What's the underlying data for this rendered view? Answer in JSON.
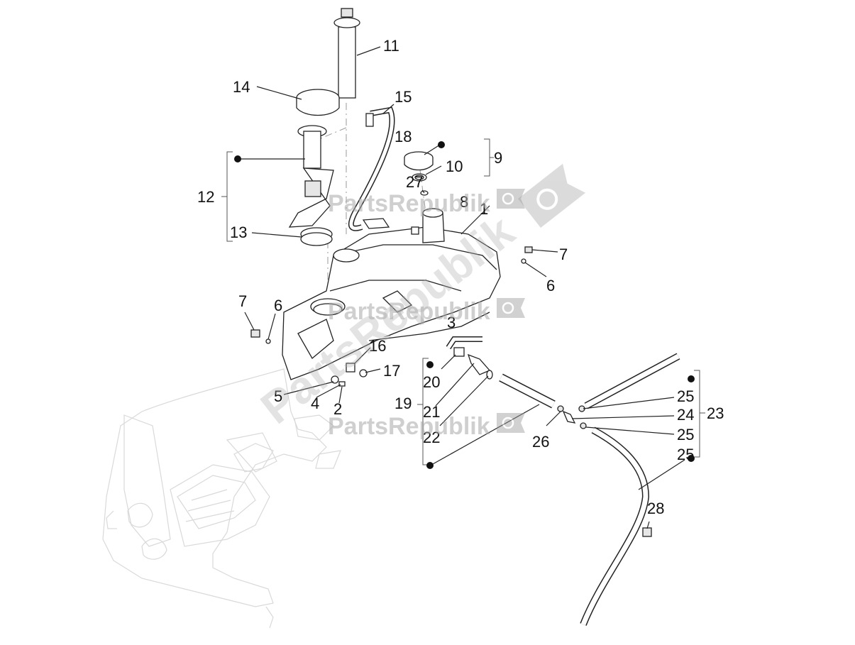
{
  "diagram": {
    "callouts": [
      {
        "id": "c11",
        "label": "11"
      },
      {
        "id": "c14",
        "label": "14"
      },
      {
        "id": "c15",
        "label": "15"
      },
      {
        "id": "c18",
        "label": "18"
      },
      {
        "id": "c12",
        "label": "12"
      },
      {
        "id": "c13",
        "label": "13"
      },
      {
        "id": "c9",
        "label": "9"
      },
      {
        "id": "c10",
        "label": "10"
      },
      {
        "id": "c27",
        "label": "27"
      },
      {
        "id": "c8",
        "label": "8"
      },
      {
        "id": "c1",
        "label": "1"
      },
      {
        "id": "c7a",
        "label": "7"
      },
      {
        "id": "c6a",
        "label": "6"
      },
      {
        "id": "c7b",
        "label": "7"
      },
      {
        "id": "c6b",
        "label": "6"
      },
      {
        "id": "c3",
        "label": "3"
      },
      {
        "id": "c16",
        "label": "16"
      },
      {
        "id": "c17",
        "label": "17"
      },
      {
        "id": "c5",
        "label": "5"
      },
      {
        "id": "c4",
        "label": "4"
      },
      {
        "id": "c2",
        "label": "2"
      },
      {
        "id": "c20",
        "label": "20"
      },
      {
        "id": "c19",
        "label": "19"
      },
      {
        "id": "c21",
        "label": "21"
      },
      {
        "id": "c22",
        "label": "22"
      },
      {
        "id": "c26",
        "label": "26"
      },
      {
        "id": "c25a",
        "label": "25"
      },
      {
        "id": "c24",
        "label": "24"
      },
      {
        "id": "c23",
        "label": "23"
      },
      {
        "id": "c25b",
        "label": "25"
      },
      {
        "id": "c25c",
        "label": "25"
      },
      {
        "id": "c28",
        "label": "28"
      }
    ],
    "watermark_text": "PartsRepublik",
    "icons": [
      "gear-flag-icon",
      "bullet-dot-icon"
    ]
  }
}
